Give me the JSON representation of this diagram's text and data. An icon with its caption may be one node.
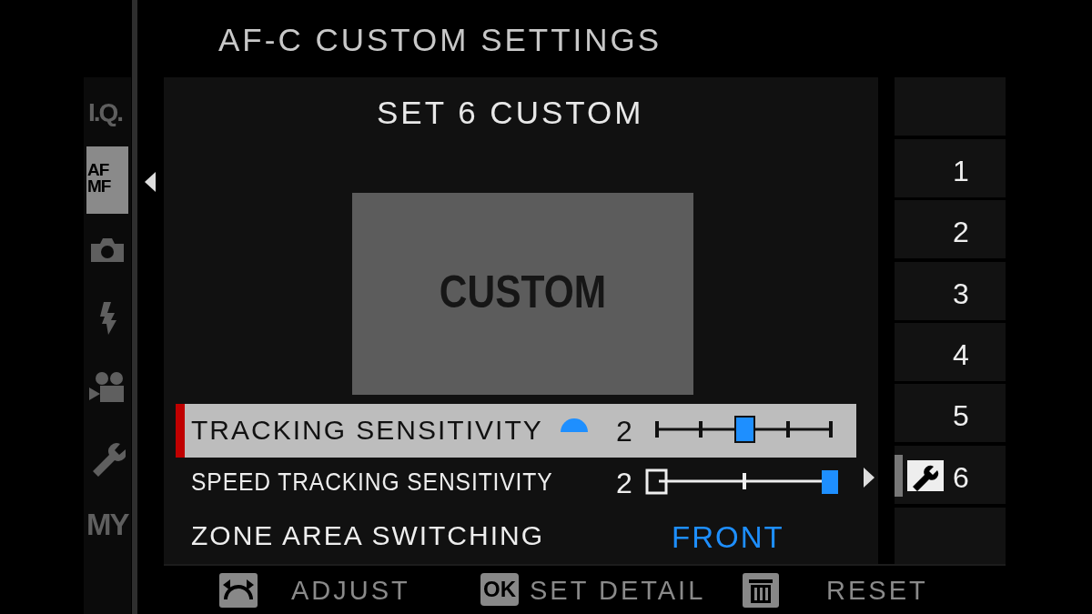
{
  "diagram": {
    "title": "AF-C CUSTOM SETTINGS",
    "labels": [
      "I.Q.",
      "AF MF",
      "MY",
      "SET 6 CUSTOM",
      "CUSTOM",
      "1",
      "2",
      "3",
      "4",
      "5",
      "6",
      "TRACKING SENSITIVITY",
      "2",
      "SPEED TRACKING SENSITIVITY",
      "2",
      "ZONE AREA SWITCHING",
      "FRONT",
      "ADJUST",
      "OK",
      "SET DETAIL",
      "RESET"
    ]
  }
}
